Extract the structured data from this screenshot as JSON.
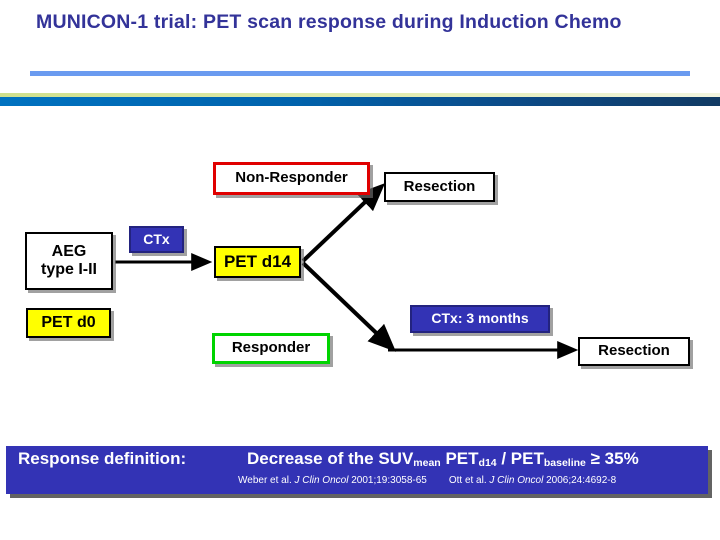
{
  "slide": {
    "title": "MUNICON-1 trial: PET scan response during Induction Chemo",
    "background_color": "#ffffff",
    "title_color": "#333399",
    "rule_color": "#6a9bf0",
    "band_green_color": "#cfe08c",
    "band_blue_color": "#0072c0"
  },
  "flowchart": {
    "type": "flow-diagram",
    "nodes": [
      {
        "id": "aeg",
        "label": "AEG\ntype I-II",
        "line1": "AEG",
        "line2": "type I-II",
        "fill": "#ffffff",
        "border": "#000000"
      },
      {
        "id": "petd0",
        "label": "PET d0",
        "fill": "#ffff00",
        "border": "#000000"
      },
      {
        "id": "ctx",
        "label": "CTx",
        "fill": "#3333b5",
        "border": "#23237f",
        "text_color": "#ffffff"
      },
      {
        "id": "petd14",
        "label": "PET d14",
        "fill": "#ffff00",
        "border": "#000000"
      },
      {
        "id": "nonresp",
        "label": "Non-Responder",
        "fill": "#ffffff",
        "border": "#e00000"
      },
      {
        "id": "responder",
        "label": "Responder",
        "fill": "#ffffff",
        "border": "#00d400"
      },
      {
        "id": "resection1",
        "label": "Resection",
        "fill": "#ffffff",
        "border": "#000000"
      },
      {
        "id": "ctx3m",
        "label": "CTx: 3 months",
        "fill": "#3333b5",
        "border": "#23237f",
        "text_color": "#ffffff"
      },
      {
        "id": "resection2",
        "label": "Resection",
        "fill": "#ffffff",
        "border": "#000000"
      }
    ],
    "edges": [
      {
        "from": "aeg",
        "to": "petd14",
        "label": "CTx"
      },
      {
        "from": "petd14",
        "to": "resection1",
        "label": ""
      },
      {
        "from": "petd14",
        "to": "resection2",
        "label": "CTx: 3 months"
      }
    ]
  },
  "definition": {
    "label": "Response definition:",
    "text_prefix": "Decrease of the SUV",
    "sub1": "mean",
    "mid1": " PET",
    "sub2": "d14",
    "mid2": " / PET",
    "sub3": "baseline",
    "suffix": " ≥ 35%",
    "full_text": "Decrease of the SUVmean PETd14 / PETbaseline ≥ 35%",
    "band_color": "#3333b5",
    "citations": [
      {
        "authors": "Weber et al.",
        "journal": "J Clin Oncol",
        "ref": "2001;19:3058-65"
      },
      {
        "authors": "Ott et al.",
        "journal": "J Clin Oncol",
        "ref": "2006;24:4692-8"
      }
    ]
  }
}
